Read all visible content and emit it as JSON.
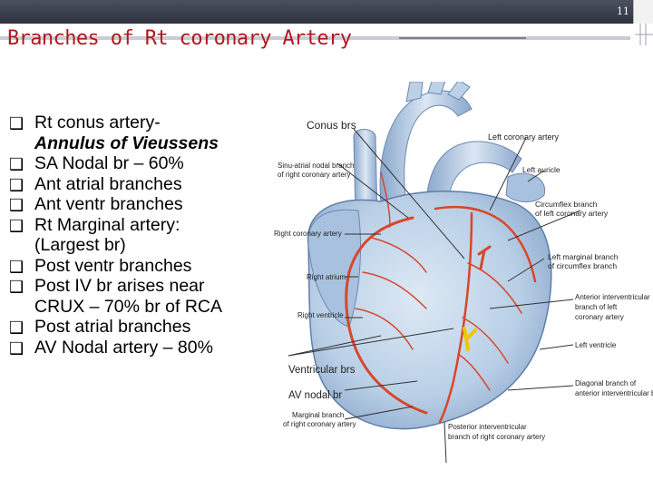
{
  "slide": {
    "number": "11",
    "title": "Branches of Rt coronary Artery"
  },
  "bullets": [
    {
      "text": "Rt conus artery-",
      "sub": "Annulus of Vieussens"
    },
    {
      "text": "SA Nodal br – 60%"
    },
    {
      "text": "Ant atrial branches"
    },
    {
      "text": "Ant ventr branches"
    },
    {
      "text": "Rt Marginal artery:",
      "cont": "(Largest br)"
    },
    {
      "text": "Post ventr branches"
    },
    {
      "text": "Post IV br arises near",
      "cont": "CRUX – 70% br of RCA"
    },
    {
      "text": "Post atrial branches"
    },
    {
      "text": "AV Nodal artery – 80%"
    }
  ],
  "diagram": {
    "annotations": {
      "conus": "Conus brs",
      "ventricular": "Ventricular brs",
      "av_nodal": "AV nodal br"
    },
    "labels": {
      "left_coronary": "Left coronary artery",
      "sinu_atrial_1": "Sinu-atrial nodal branch",
      "sinu_atrial_2": "of right coronary artery",
      "left_auricle": "Left auricle",
      "circumflex_1": "Circumflex branch",
      "circumflex_2": "of left coronary artery",
      "right_coronary": "Right coronary artery",
      "right_atrium": "Right atrium",
      "left_marginal_1": "Left marginal branch",
      "left_marginal_2": "of circumflex branch",
      "anterior_iv_1": "Anterior interventricular",
      "anterior_iv_2": "branch of left",
      "anterior_iv_3": "coronary artery",
      "right_ventricle": "Right ventricle",
      "left_ventricle": "Left ventricle",
      "diagonal_1": "Diagonal branch of",
      "diagonal_2": "anterior interventricular branch",
      "marginal_1": "Marginal branch",
      "marginal_2": "of right coronary artery",
      "posterior_iv_1": "Posterior interventricular",
      "posterior_iv_2": "branch of right coronary artery"
    },
    "colors": {
      "heart_fill": "#b9cfe6",
      "heart_shade": "#7e9cc4",
      "artery": "#d8472a",
      "highlight": "#f2c400",
      "pointer": "#333333"
    }
  }
}
